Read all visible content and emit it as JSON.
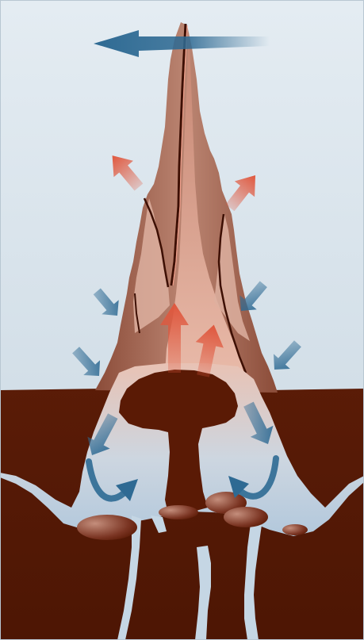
{
  "diagram": {
    "colors": {
      "sky_top": "#e3ebf1",
      "sky_bottom": "#c9d8e3",
      "soil": "#5a1a05",
      "soil_dark": "#451204",
      "mound_light": "#e3b4a4",
      "mound_mid": "#b77f6c",
      "mound_dark": "#8a4b38",
      "cavity": "#b7cde0",
      "warm_arrow": "#e0573d",
      "cool_arrow": "#2e6a93",
      "outer_border": "#b8c7d2"
    },
    "arrows": {
      "top_wind": "blue",
      "warm_air_out": "red",
      "warm_air_up": "red",
      "cool_air_in": "blue",
      "cool_air_down": "blue",
      "circulation_curved": "blue"
    }
  }
}
